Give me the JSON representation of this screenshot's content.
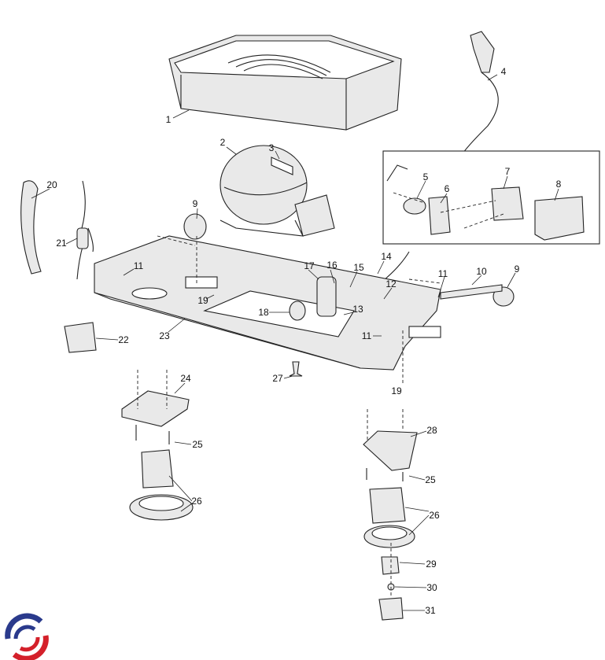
{
  "diagram": {
    "type": "exploded-parts-view",
    "callouts": [
      "1",
      "2",
      "3",
      "4",
      "5",
      "6",
      "7",
      "8",
      "9",
      "10",
      "11",
      "12",
      "13",
      "14",
      "15",
      "16",
      "17",
      "18",
      "19",
      "20",
      "21",
      "22",
      "23",
      "24",
      "25",
      "26",
      "27",
      "28",
      "29",
      "30",
      "31"
    ],
    "repeat_callouts": {
      "9b": "9",
      "11b": "11",
      "11c": "11",
      "19b": "19",
      "25b": "25",
      "26b": "26"
    },
    "logo_colors": {
      "blue": "#2a3a8c",
      "red": "#d4202a"
    }
  }
}
